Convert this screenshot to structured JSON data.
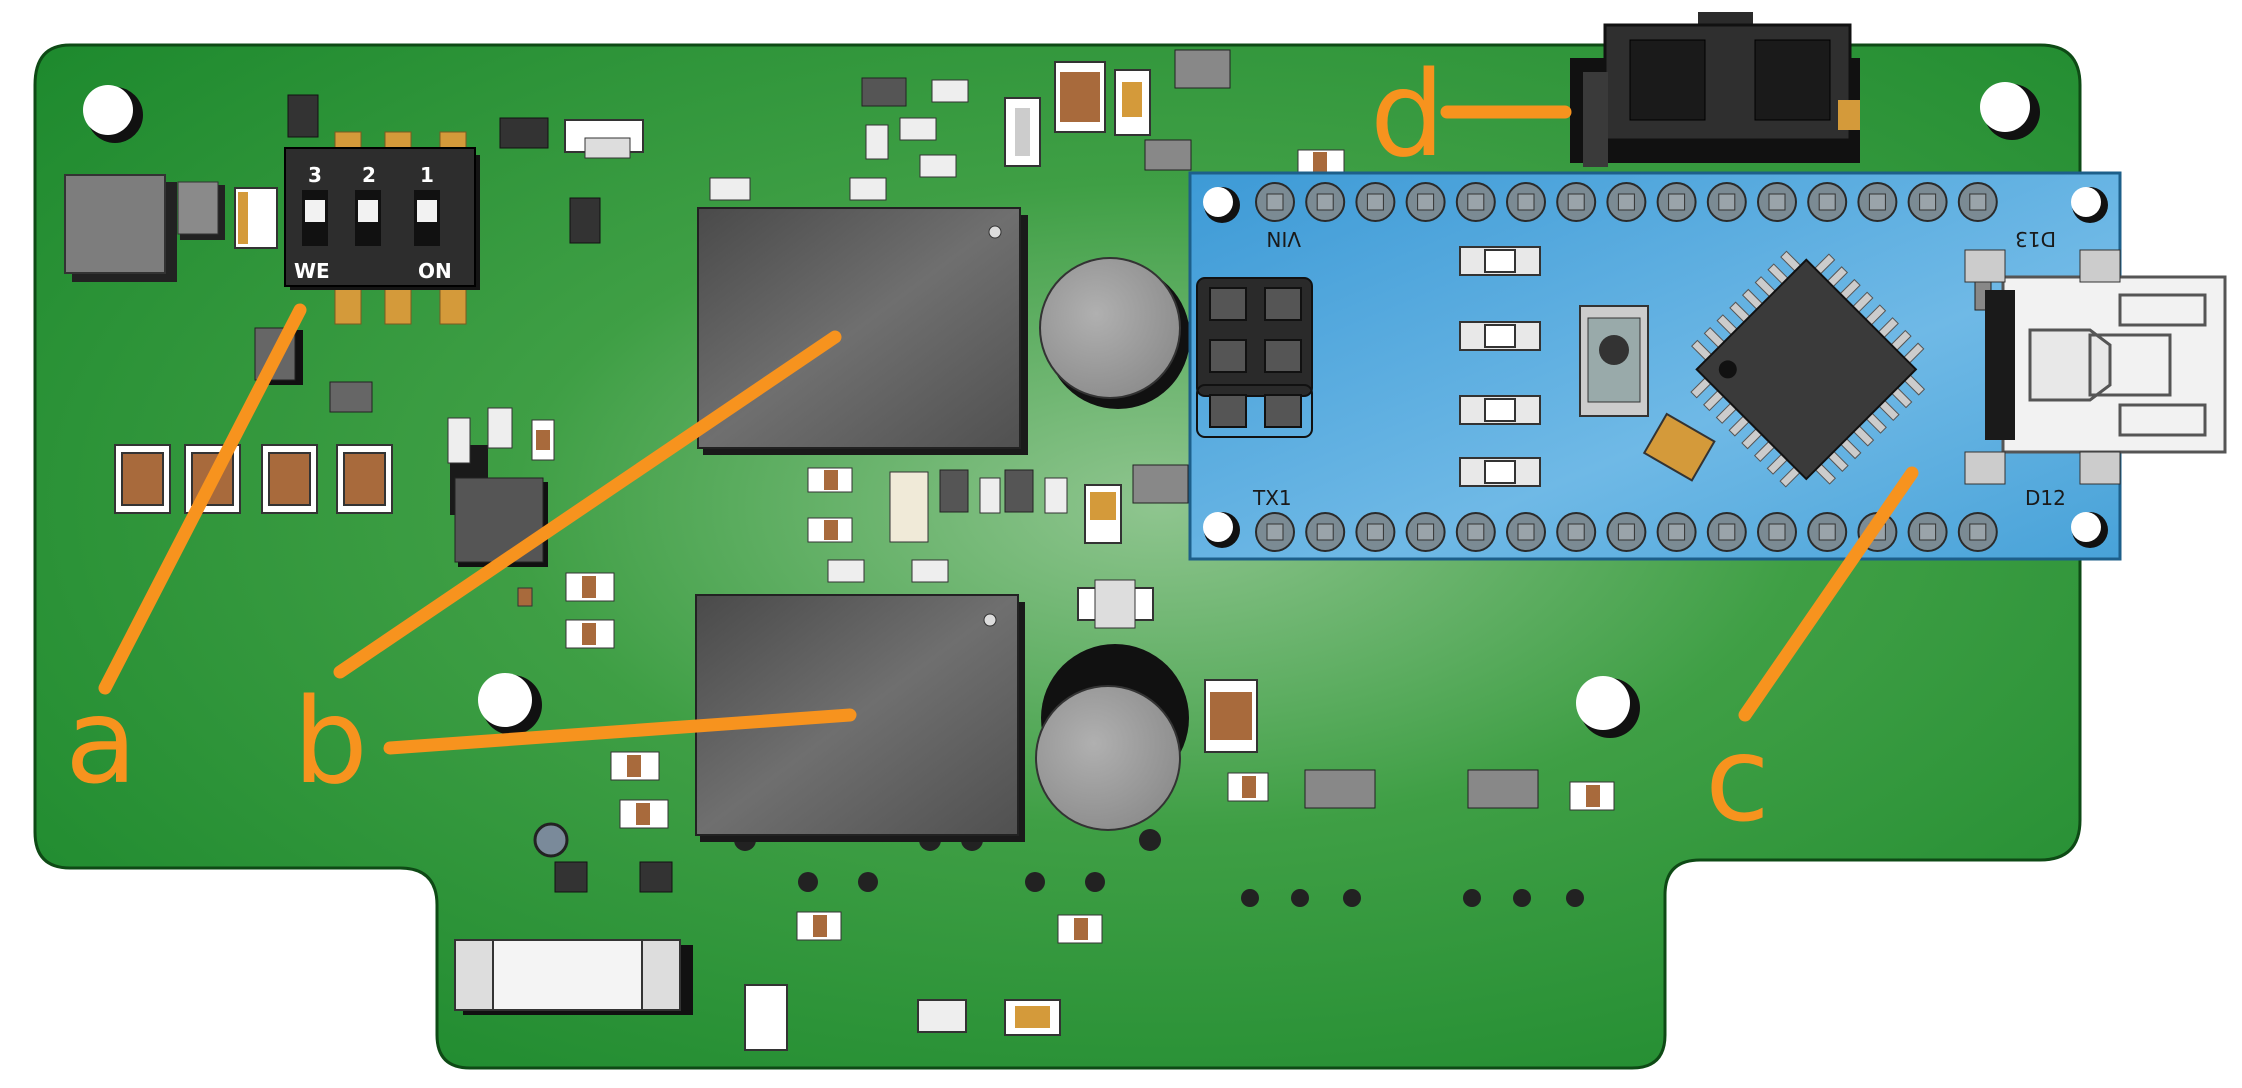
{
  "colors": {
    "pcb_green": "#1e8a2e",
    "arduino_blue": "#4aa3d9",
    "callout_orange": "#f7931e",
    "chip_gray": "#5c5c5c",
    "header_dark": "#2b2b2b"
  },
  "callouts": {
    "a": "a",
    "b": "b",
    "c": "c",
    "d": "d"
  },
  "arduino": {
    "label_vin": "VIN",
    "label_d13": "D13",
    "label_tx1": "TX1",
    "label_d12": "D12"
  },
  "dip_switch": {
    "brand": "WE",
    "on_label": "ON",
    "numbers": [
      "3",
      "2",
      "1"
    ]
  },
  "icons": {
    "usb_connector": "usb-mini-icon",
    "microcontroller": "qfp-chip-icon"
  }
}
